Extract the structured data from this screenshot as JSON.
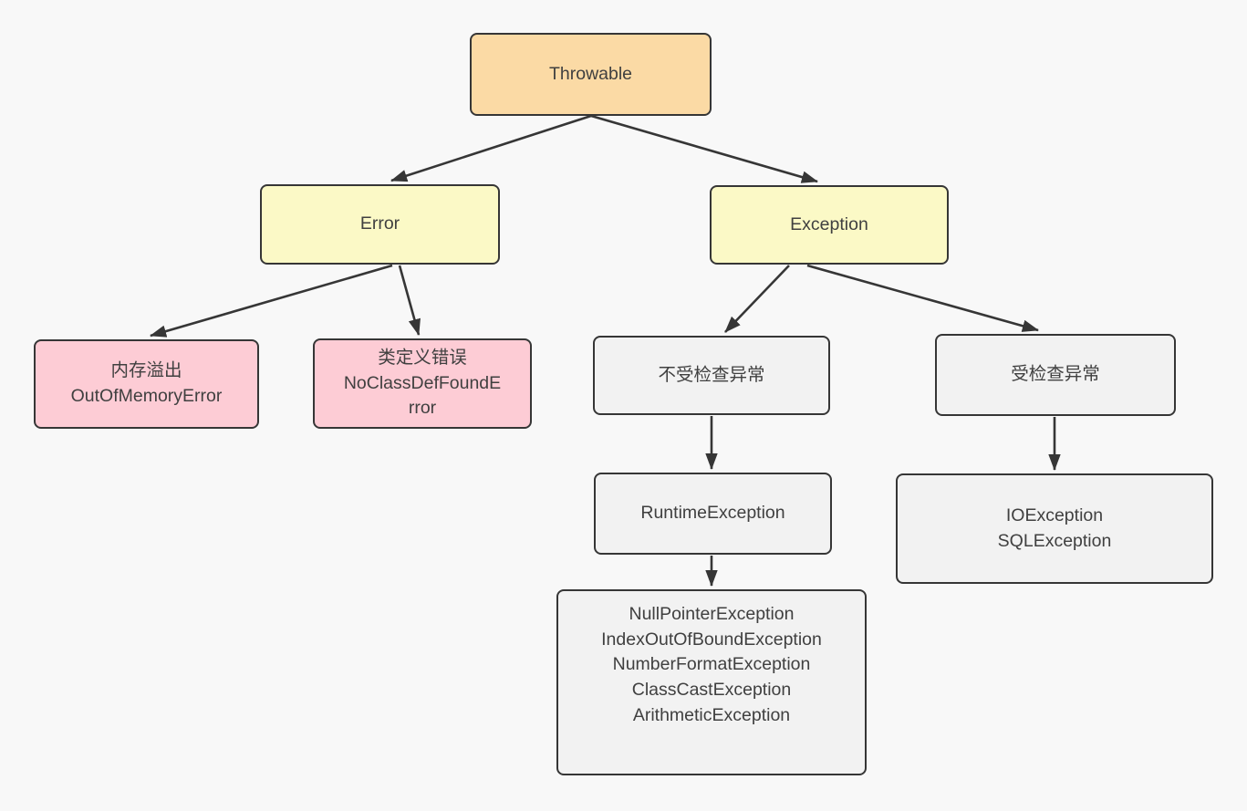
{
  "diagram": {
    "title": "Java Throwable class hierarchy",
    "colors": {
      "background": "#f8f8f8",
      "stroke": "#363636",
      "text": "#404040",
      "root_fill": "#fbdaa5",
      "branch_fill": "#fbf9c6",
      "error_leaf_fill": "#fdccd5",
      "exception_fill": "#f2f2f2"
    },
    "nodes": {
      "throwable": {
        "label": "Throwable",
        "fill": "#fbdaa5"
      },
      "error": {
        "label": "Error",
        "fill": "#fbf9c6"
      },
      "exception": {
        "label": "Exception",
        "fill": "#fbf9c6"
      },
      "out_of_memory": {
        "lines": [
          "内存溢出",
          "OutOfMemoryError"
        ],
        "fill": "#fdccd5"
      },
      "no_class_def": {
        "lines": [
          "类定义错误",
          "NoClassDefFoundE",
          "rror"
        ],
        "fill": "#fdccd5"
      },
      "unchecked": {
        "label": "不受检查异常",
        "fill": "#f2f2f2"
      },
      "checked": {
        "label": "受检查异常",
        "fill": "#f2f2f2"
      },
      "runtime": {
        "label": "RuntimeException",
        "fill": "#f2f2f2"
      },
      "io_sql": {
        "lines": [
          "IOException",
          "SQLException"
        ],
        "fill": "#f2f2f2"
      },
      "runtime_children": {
        "lines": [
          "NullPointerException",
          "IndexOutOfBoundException",
          "NumberFormatException",
          "ClassCastException",
          "ArithmeticException"
        ],
        "fill": "#f2f2f2"
      }
    }
  }
}
